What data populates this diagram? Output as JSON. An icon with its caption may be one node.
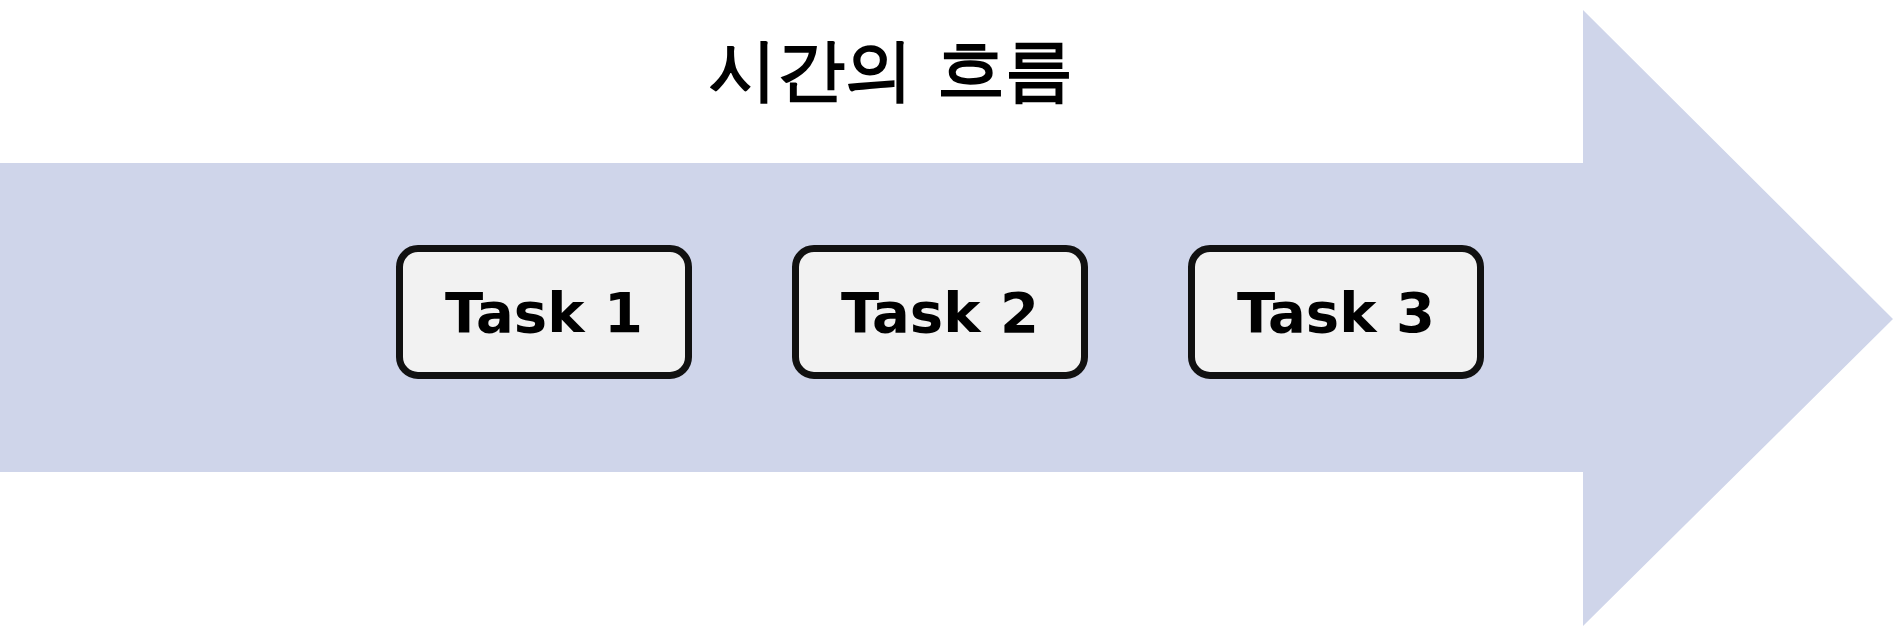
{
  "diagram": {
    "title": "시간의 흐름",
    "nodes": [
      {
        "text": [
          "Task 1"
        ]
      },
      {
        "text": [
          "Task 2"
        ]
      },
      {
        "text": [
          "Task 3"
        ]
      }
    ]
  }
}
